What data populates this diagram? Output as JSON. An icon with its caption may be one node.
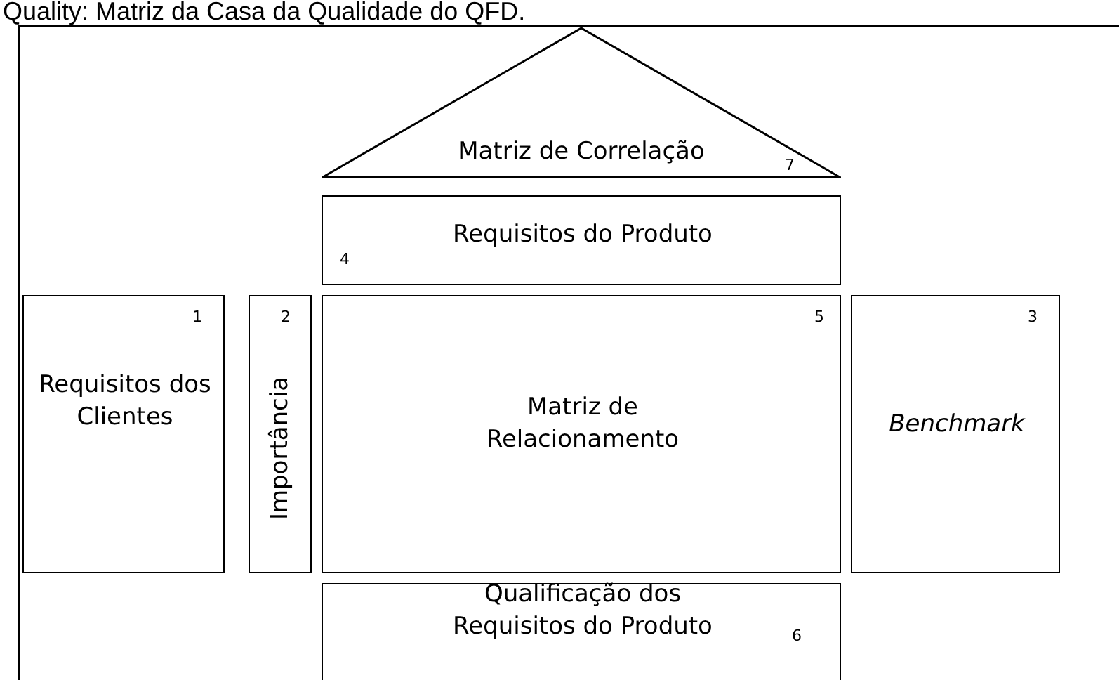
{
  "diagram": {
    "title": "Quality: Matriz da Casa da Qualidade do QFD.",
    "nodes": [
      {
        "text": [],
        "shape": "box"
      },
      {
        "text": [
          "Matriz de Correlação",
          "7"
        ],
        "in": 0
      },
      {
        "text": [
          "Requisitos do Produto",
          "4"
        ],
        "in": 0
      },
      {
        "text": [
          "1",
          "Requisitos dos Clientes"
        ],
        "in": 0
      },
      {
        "text": [
          "2",
          "Importância"
        ],
        "in": 0
      },
      {
        "text": [
          "5",
          "Matriz de Relacionamento"
        ],
        "in": 0
      },
      {
        "text": [
          "3",
          "Benchmark"
        ],
        "in": 0
      },
      {
        "text": [
          "Qualificação dos Requisitos do Produto",
          "6"
        ],
        "in": 0
      }
    ],
    "edges": []
  }
}
